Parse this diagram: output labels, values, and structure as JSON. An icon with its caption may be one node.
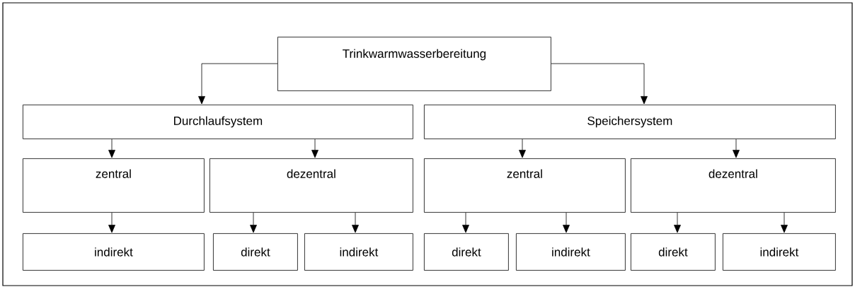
{
  "diagram": {
    "nodes": [
      {
        "text": [
          "Trinkwarmwasserbereitung"
        ]
      },
      {
        "text": [
          "Durchlaufsystem"
        ]
      },
      {
        "text": [
          "Speichersystem"
        ]
      },
      {
        "text": [
          "zentral"
        ]
      },
      {
        "text": [
          "dezentral"
        ]
      },
      {
        "text": [
          "indirekt"
        ]
      },
      {
        "text": [
          "direkt"
        ]
      },
      {
        "text": [
          "indirekt"
        ]
      },
      {
        "text": [
          "zentral"
        ]
      },
      {
        "text": [
          "dezentral"
        ]
      },
      {
        "text": [
          "direkt"
        ]
      },
      {
        "text": [
          "indirekt"
        ]
      },
      {
        "text": [
          "direkt"
        ]
      },
      {
        "text": [
          "indirekt"
        ]
      }
    ],
    "edges": [
      {
        "from": 0,
        "to": 1,
        "arrow": "to"
      },
      {
        "from": 0,
        "to": 2,
        "arrow": "to"
      },
      {
        "from": 1,
        "to": 3,
        "arrow": "to"
      },
      {
        "from": 1,
        "to": 4,
        "arrow": "to"
      },
      {
        "from": 2,
        "to": 8,
        "arrow": "to"
      },
      {
        "from": 2,
        "to": 9,
        "arrow": "to"
      },
      {
        "from": 3,
        "to": 5,
        "arrow": "to"
      },
      {
        "from": 4,
        "to": 6,
        "arrow": "to"
      },
      {
        "from": 4,
        "to": 7,
        "arrow": "to"
      },
      {
        "from": 8,
        "to": 10,
        "arrow": "to"
      },
      {
        "from": 8,
        "to": 11,
        "arrow": "to"
      },
      {
        "from": 9,
        "to": 12,
        "arrow": "to"
      },
      {
        "from": 9,
        "to": 13,
        "arrow": "to"
      }
    ]
  }
}
